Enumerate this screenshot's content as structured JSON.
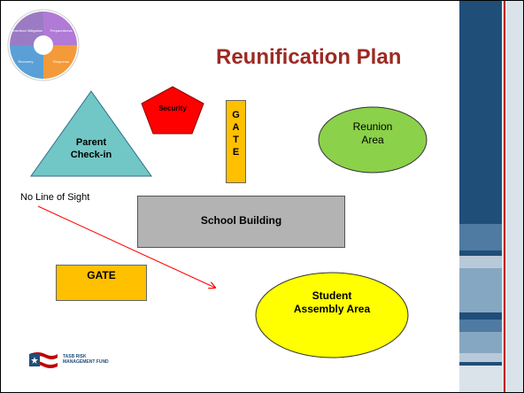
{
  "slide": {
    "title": "Reunification Plan",
    "no_line_of_sight": "No Line of Sight",
    "logo_text_line1": "TASB RISK",
    "logo_text_line2": "MANAGEMENT FUND",
    "cycle_labels": [
      "Prevention/ Mitigation",
      "Preparedness",
      "Recovery",
      "Response"
    ]
  },
  "shapes": {
    "parent_checkin": {
      "line1": "Parent",
      "line2": "Check-in",
      "color": "#71c7c5"
    },
    "security": {
      "label": "Security",
      "color": "#ff0000"
    },
    "gate_vertical": {
      "letters": [
        "G",
        "A",
        "T",
        "E"
      ],
      "color": "#ffc000"
    },
    "reunion_area": {
      "line1": "Reunion",
      "line2": "Area",
      "color": "#8bd14a"
    },
    "school_building": {
      "label": "School Building",
      "color": "#b3b3b3"
    },
    "gate_horizontal": {
      "label": "GATE",
      "color": "#ffc000"
    },
    "student_assembly": {
      "line1": "Student",
      "line2": "Assembly Area",
      "color": "#ffff00"
    }
  },
  "colors": {
    "title": "#9c2a22",
    "arrow": "#ff0000",
    "panel_dark": "#1f4e79",
    "panel_mid": "#4f7aa2",
    "panel_light": "#b8c9d9",
    "panel_red_line": "#c00000"
  }
}
